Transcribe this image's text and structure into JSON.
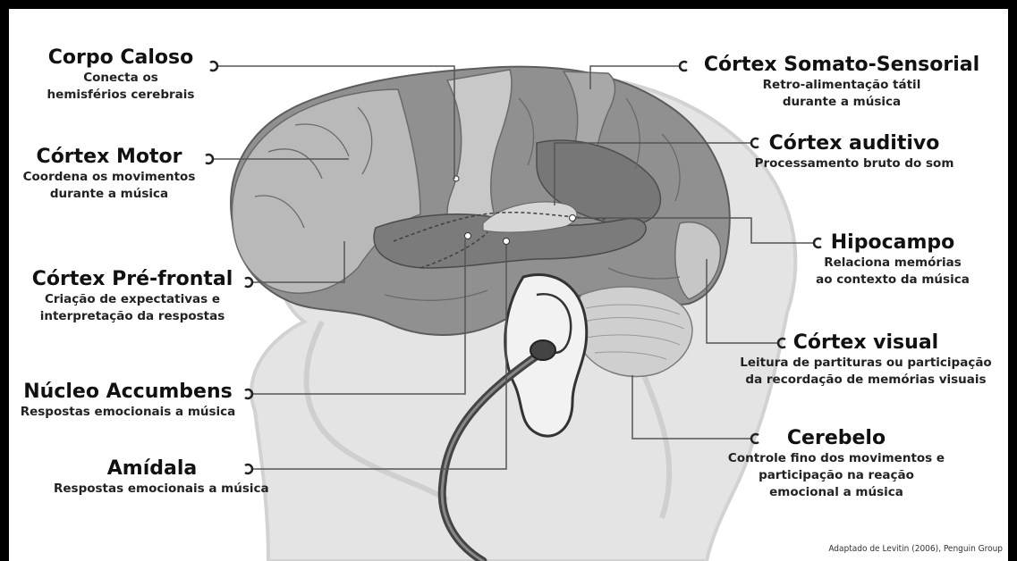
{
  "labels": {
    "corpo_caloso": {
      "title": "Corpo Caloso",
      "desc": [
        "Conecta os",
        "hemisférios cerebrais"
      ]
    },
    "cortex_motor": {
      "title": "Córtex Motor",
      "desc": [
        "Coordena os movimentos",
        "durante a música"
      ]
    },
    "cortex_prefrontal": {
      "title": "Córtex Pré-frontal",
      "desc": [
        "Criação de expectativas e",
        "interpretação da respostas"
      ]
    },
    "nucleo_accumbens": {
      "title": "Núcleo Accumbens",
      "desc": [
        "Respostas emocionais a música"
      ]
    },
    "amidala": {
      "title": "Amídala",
      "desc": [
        "Respostas emocionais a música"
      ]
    },
    "cortex_somato": {
      "title": "Córtex Somato-Sensorial",
      "desc": [
        "Retro-alimentação tátil",
        "durante a música"
      ]
    },
    "cortex_auditivo": {
      "title": "Córtex auditivo",
      "desc": [
        "Processamento bruto do som"
      ]
    },
    "hipocampo": {
      "title": "Hipocampo",
      "desc": [
        "Relaciona memórias",
        "ao contexto da música"
      ]
    },
    "cortex_visual": {
      "title": "Córtex visual",
      "desc": [
        "Leitura de partituras ou participação",
        "da recordação de memórias visuais"
      ]
    },
    "cerebelo": {
      "title": "Cerebelo",
      "desc": [
        "Controle fino dos movimentos e",
        "participação na reação",
        "emocional a música"
      ]
    }
  },
  "credit": "Adaptado de Levitin (2006), Penguin Group",
  "colors": {
    "head": "#e2e2e2",
    "brain": "#8f8f8f",
    "brain_light": "#bdbdbd",
    "brain_dark": "#6e6e6e",
    "line": "#555555"
  }
}
